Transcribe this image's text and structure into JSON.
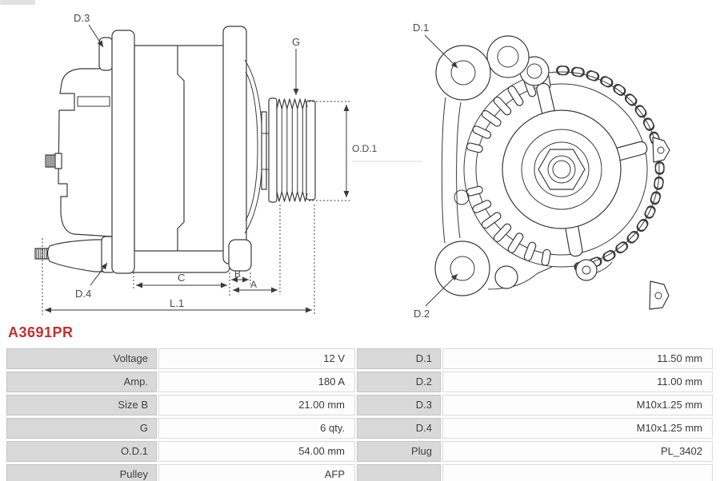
{
  "part_number": {
    "text": "A3691PR",
    "color": "#c52f2f"
  },
  "diagram": {
    "side_view_labels": {
      "d3": "D.3",
      "g": "G",
      "od1": "O.D.1",
      "d4": "D.4",
      "c": "C",
      "b": "B",
      "a": "A",
      "l1": "L.1"
    },
    "front_view_labels": {
      "d1": "D.1",
      "d2": "D.2"
    }
  },
  "spec_table": {
    "rows": [
      {
        "label": "Voltage",
        "value": "12 V",
        "label2": "D.1",
        "value2": "11.50 mm"
      },
      {
        "label": "Amp.",
        "value": "180 A",
        "label2": "D.2",
        "value2": "11.00 mm"
      },
      {
        "label": "Size B",
        "value": "21.00 mm",
        "label2": "D.3",
        "value2": "M10x1.25 mm"
      },
      {
        "label": "G",
        "value": "6 qty.",
        "label2": "D.4",
        "value2": "M10x1.25 mm"
      },
      {
        "label": "O.D.1",
        "value": "54.00 mm",
        "label2": "Plug",
        "value2": "PL_3402"
      },
      {
        "label": "Pulley",
        "value": "AFP",
        "label2": "",
        "value2": ""
      }
    ]
  },
  "colors": {
    "accent_red": "#c52f2f",
    "line_art": "#3a3a3a",
    "table_label_bg": "#d9d9d9",
    "table_border": "#c3c3c3"
  }
}
